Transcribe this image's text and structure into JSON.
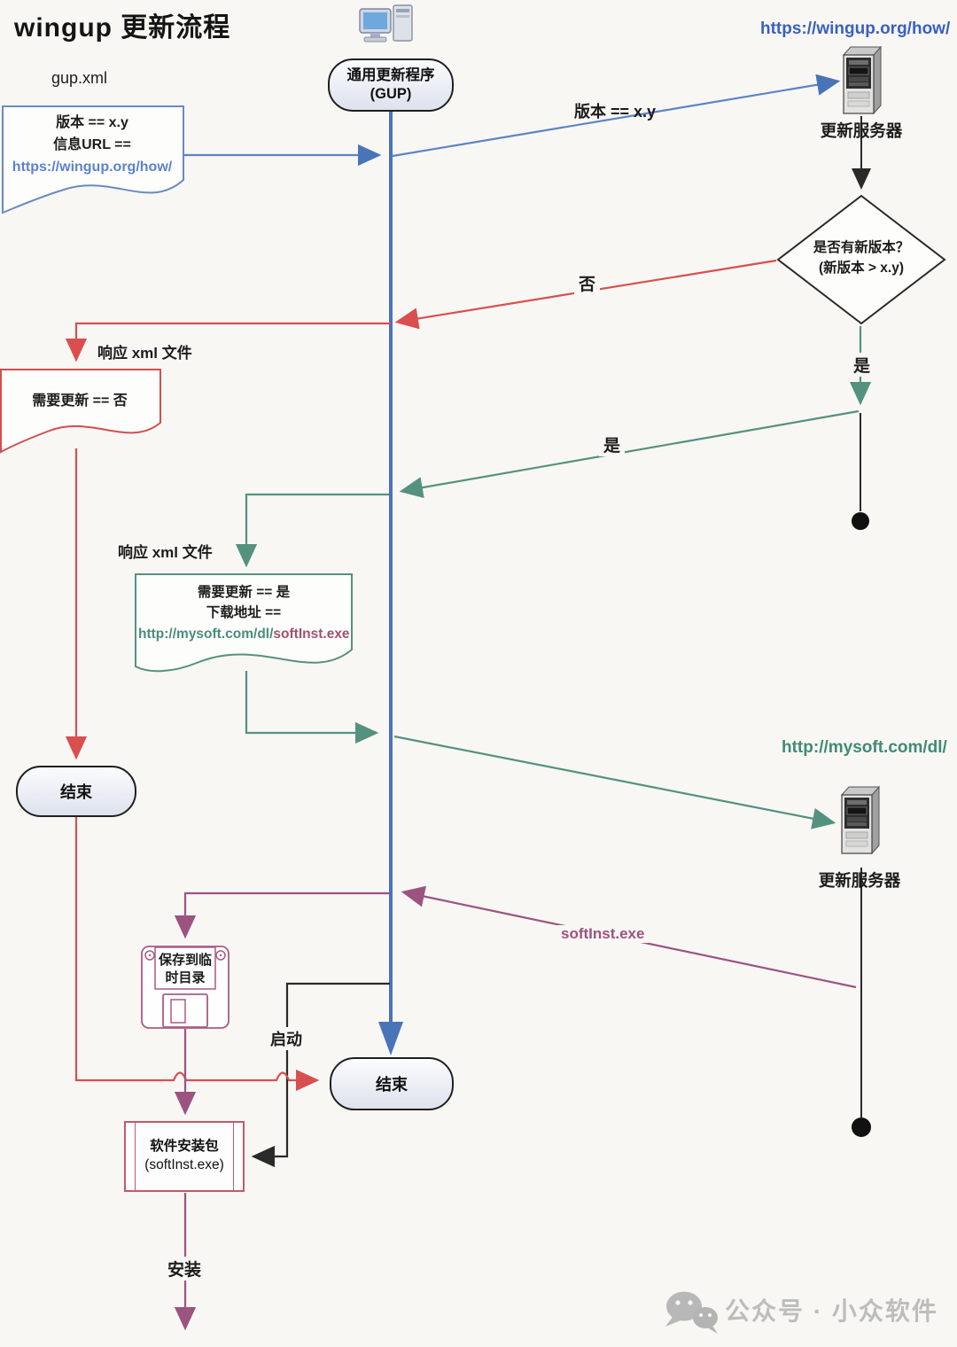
{
  "title": "wingup 更新流程",
  "gup": {
    "line1": "通用更新程序",
    "line2": "(GUP)"
  },
  "gup_xml": {
    "label": "gup.xml",
    "line1": "版本 == x.y",
    "line2": "信息URL ==",
    "line3": "https://wingup.org/how/"
  },
  "server_top": {
    "url": "https://wingup.org/how/",
    "label": "更新服务器"
  },
  "decision": {
    "line1": "是否有新版本？",
    "line2": "(新版本 > x.y)"
  },
  "edge_labels": {
    "version": "版本 == x.y",
    "no": "否",
    "yes_down": "是",
    "yes_diag": "是",
    "resp_no": "响应 xml 文件",
    "resp_yes": "响应 xml 文件",
    "softinst": "softInst.exe",
    "launch": "启动",
    "install": "安装"
  },
  "doc_no": {
    "line1": "需要更新 == 否"
  },
  "doc_yes": {
    "line1": "需要更新 == 是",
    "line2": "下载地址 ==",
    "url": "http://mysoft.com/dl/",
    "file": "softInst.exe"
  },
  "end_left": "结束",
  "end_center": "结束",
  "server_dl": {
    "url": "http://mysoft.com/dl/",
    "label": "更新服务器"
  },
  "save_temp": "保存到临时目录",
  "installer": {
    "line1": "软件安装包",
    "line2": "(softInst.exe)"
  },
  "watermark": "公众号 · 小众软件",
  "colors": {
    "flow_blue": "#4a74b8",
    "flow_red": "#d94f4f",
    "flow_green": "#55917f",
    "flow_purple": "#9c5380",
    "flow_black": "#2a2a2a",
    "url_blue": "#3a5fc2",
    "url_teal": "#418a76"
  }
}
